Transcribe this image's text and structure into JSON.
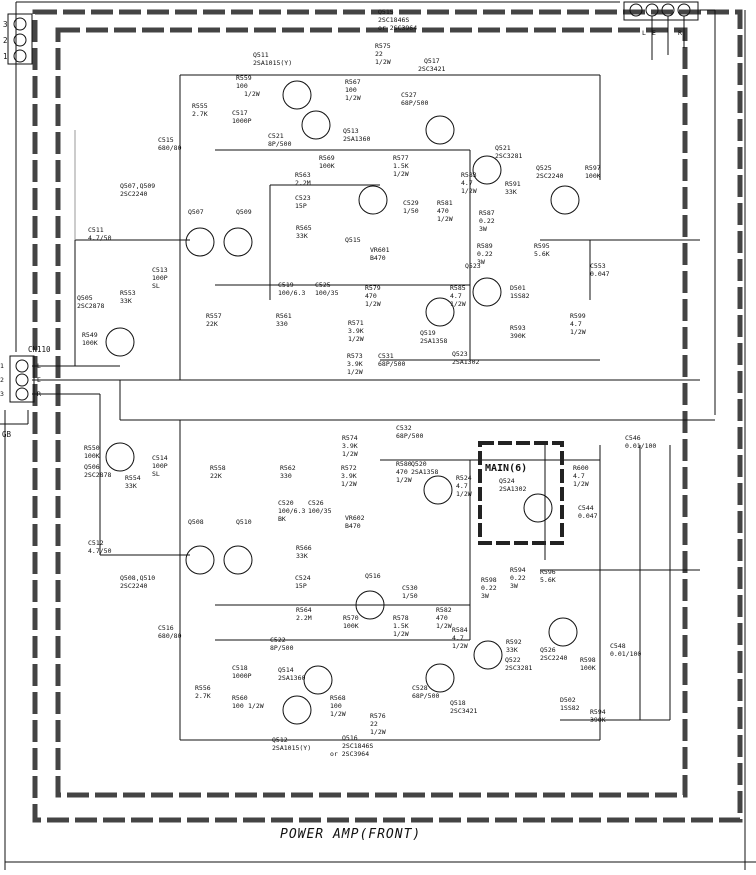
{
  "footer_title": "POWER AMP(FRONT)",
  "connectors": {
    "top_left_pins": [
      "3",
      "2",
      "1"
    ],
    "top_right_pins": [
      "L",
      "E",
      "R"
    ],
    "cn_label": "CN110",
    "cn_pins": [
      "1",
      "2",
      "3"
    ],
    "cn_pin_names": [
      "L",
      "E",
      "R"
    ],
    "board_ref": "GB",
    "main_block": "MAIN(6)"
  },
  "upper_channel": {
    "labels": [
      "Q515",
      "2SC1846S",
      "or 2SC3964",
      "Q511",
      "2SA1015(Y)",
      "R575",
      "22",
      "1/2W",
      "Q517",
      "2SC3421",
      "R559",
      "100",
      "1/2W",
      "R567",
      "100",
      "1/2W",
      "C527",
      "68P/500",
      "R555",
      "2.7K",
      "C517",
      "1000P",
      "C521",
      "8P/500",
      "Q513",
      "2SA1360",
      "Q521",
      "2SC3281",
      "C515",
      "680/80",
      "R569",
      "100K",
      "R577",
      "1.5K",
      "1/2W",
      "R583",
      "4.7",
      "1/2W",
      "Q525",
      "2SC2240",
      "R597",
      "100K",
      "Q507,Q509",
      "2SC2240",
      "R563",
      "2.2M",
      "C523",
      "15P",
      "R591",
      "33K",
      "R581",
      "470",
      "1/2W",
      "C529",
      "1/50",
      "R587",
      "0.22",
      "3W",
      "Q507",
      "Q509",
      "C511",
      "4.7/50",
      "R565",
      "33K",
      "VR601",
      "B470",
      "R589",
      "0.22",
      "3W",
      "R595",
      "5.6K",
      "C553",
      "0.047",
      "Q515",
      "C519",
      "100/6.3",
      "C525",
      "100/35",
      "R579",
      "470",
      "1/2W",
      "R585",
      "4.7",
      "1/2W",
      "Q523",
      "D501",
      "1SS82",
      "R599",
      "4.7",
      "1/2W",
      "R553",
      "33K",
      "C513",
      "100P",
      "SL",
      "Q505",
      "2SC2878",
      "R557",
      "22K",
      "R561",
      "330",
      "R571",
      "3.9K",
      "1/2W",
      "Q519",
      "2SA1358",
      "R593",
      "390K",
      "R549",
      "100K",
      "R573",
      "3.9K",
      "1/2W",
      "C531",
      "68P/500",
      "Q523",
      "2SA1302"
    ]
  },
  "lower_channel": {
    "labels": [
      "R550",
      "100K",
      "Q506",
      "2SC2878",
      "R574",
      "3.9K",
      "1/2W",
      "C532",
      "68P/500",
      "Q520",
      "2SA1358",
      "R558",
      "22K",
      "R562",
      "330",
      "R572",
      "3.9K",
      "1/2W",
      "R524",
      "4.7",
      "1/2W",
      "Q524",
      "2SA1302",
      "R600",
      "4.7",
      "1/2W",
      "C546",
      "0.01/100",
      "R554",
      "33K",
      "C514",
      "100P",
      "SL",
      "C526",
      "100/35",
      "C520",
      "100/6.3",
      "BK",
      "R580",
      "470",
      "1/2W",
      "C544",
      "0.047",
      "Q508",
      "Q510",
      "VR602",
      "B470",
      "C512",
      "4.7/50",
      "R566",
      "33K",
      "R596",
      "5.6K",
      "Q508,Q510",
      "2SC2240",
      "C524",
      "15P",
      "R594",
      "0.22",
      "3W",
      "R598",
      "0.22",
      "3W",
      "R564",
      "2.2M",
      "Q516",
      "R582",
      "470",
      "1/2W",
      "C530",
      "1/50",
      "C516",
      "680/80",
      "R570",
      "100K",
      "R578",
      "1.5K",
      "1/2W",
      "R584",
      "4.7",
      "1/2W",
      "R592",
      "33K",
      "Q526",
      "2SC2240",
      "R598",
      "100K",
      "C522",
      "8P/500",
      "C518",
      "1000P",
      "Q514",
      "2SA1360",
      "R556",
      "2.7K",
      "Q522",
      "2SC3281",
      "C548",
      "0.01/100",
      "R560",
      "100",
      "1/2W",
      "R568",
      "100",
      "1/2W",
      "C528",
      "68P/500",
      "Q518",
      "2SC3421",
      "D502",
      "1SS82",
      "R594",
      "390K",
      "Q512",
      "2SA1015(Y)",
      "Q516",
      "2SC1846S",
      "or 2SC3964",
      "R576",
      "22",
      "1/2W"
    ]
  }
}
